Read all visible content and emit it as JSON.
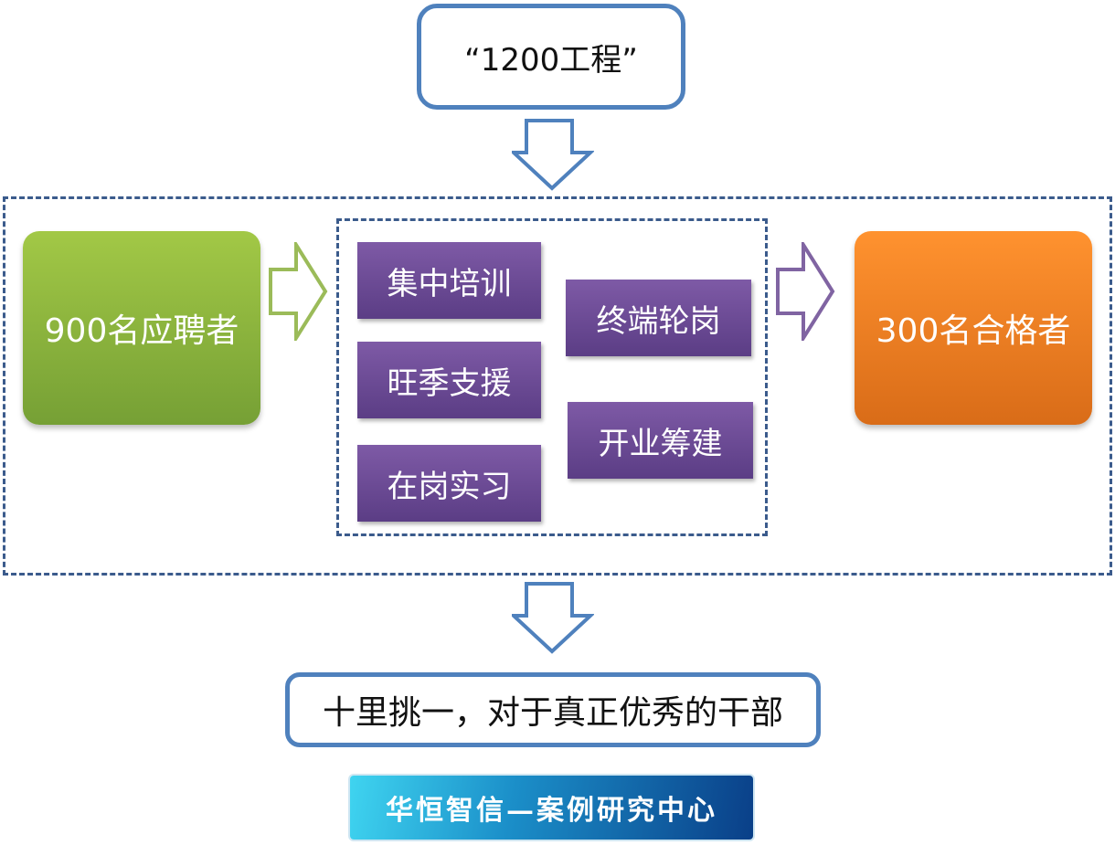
{
  "title_box": {
    "text": "“1200工程”"
  },
  "start": {
    "text": "900名应聘者",
    "color": "#8cb53e"
  },
  "activities": {
    "left": [
      {
        "text": "集中培训"
      },
      {
        "text": "旺季支援"
      },
      {
        "text": "在岗实习"
      }
    ],
    "right": [
      {
        "text": "终端轮岗"
      },
      {
        "text": "开业筹建"
      }
    ],
    "color": "#6b4a96"
  },
  "result": {
    "text": "300名合格者",
    "color": "#f07f22"
  },
  "conclusion": {
    "text": "十里挑一，对于真正优秀的干部"
  },
  "footer": {
    "text": "华恒智信—案例研究中心"
  },
  "colors": {
    "outline_blue": "#4f81bd",
    "dash_blue": "#3b5b8c",
    "arrow_green": "#9bbb59",
    "arrow_purple": "#8064a2"
  }
}
